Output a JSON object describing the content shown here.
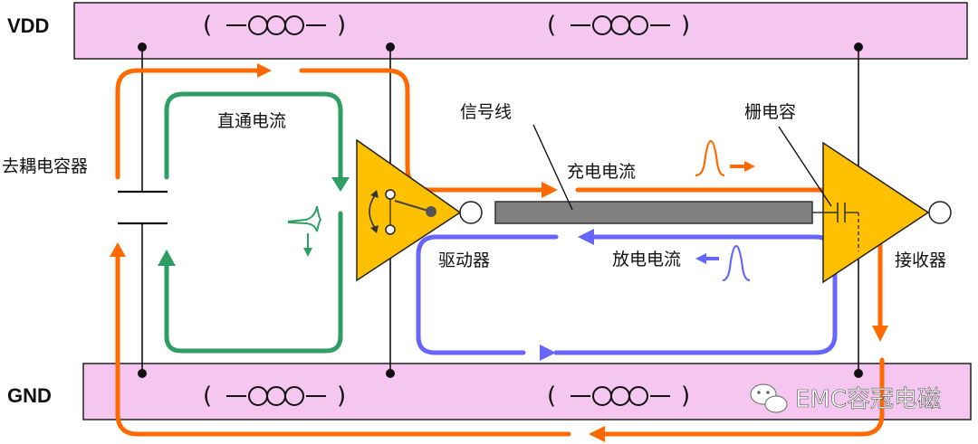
{
  "rails": {
    "vdd_label": "VDD",
    "gnd_label": "GND"
  },
  "components": {
    "decoupling_capacitor": "去耦电容器",
    "driver": "驱动器",
    "receiver": "接收器",
    "signal_line": "信号线",
    "gate_capacitance": "栅电容"
  },
  "currents": {
    "through_current": "直通电流",
    "charging_current": "充电电流",
    "discharging_current": "放电电流"
  },
  "watermark": "EMC容冠电磁",
  "colors": {
    "rail_fill": "#f5c6f0",
    "orange": "#ff6a00",
    "green": "#2e9e64",
    "blue": "#6666ff",
    "buffer": "#ffc000",
    "signal_line": "#808080"
  }
}
